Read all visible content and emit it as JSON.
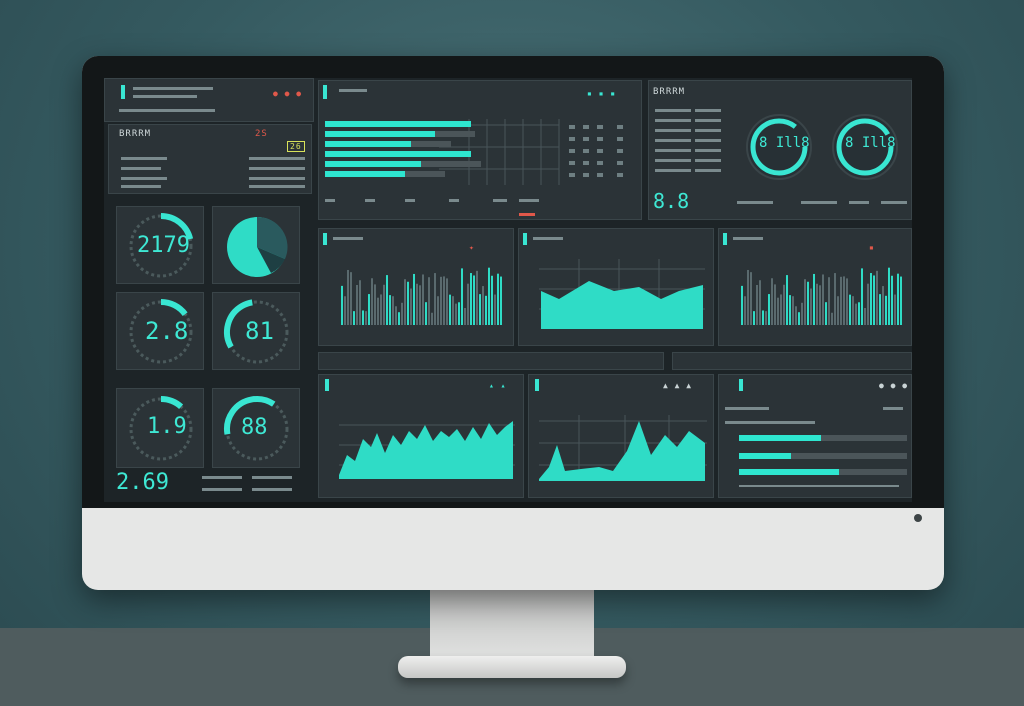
{
  "top_left": {
    "title": "BRRRM",
    "values": [
      "2S",
      "26"
    ]
  },
  "gauges": [
    {
      "value": "2179"
    },
    {
      "value": "2.8"
    },
    {
      "value": "81"
    },
    {
      "value": "1.9"
    },
    {
      "value": "88"
    }
  ],
  "bottom_left_value": "2.69",
  "top_right": {
    "title": "BRRRM",
    "value": "8.8"
  },
  "right_rings": [
    {
      "value": "8 Ill8"
    },
    {
      "value": "8 Ill8"
    }
  ],
  "colors": {
    "accent": "#39e6d2",
    "panel": "#2b3337",
    "screen": "#1d2427"
  }
}
